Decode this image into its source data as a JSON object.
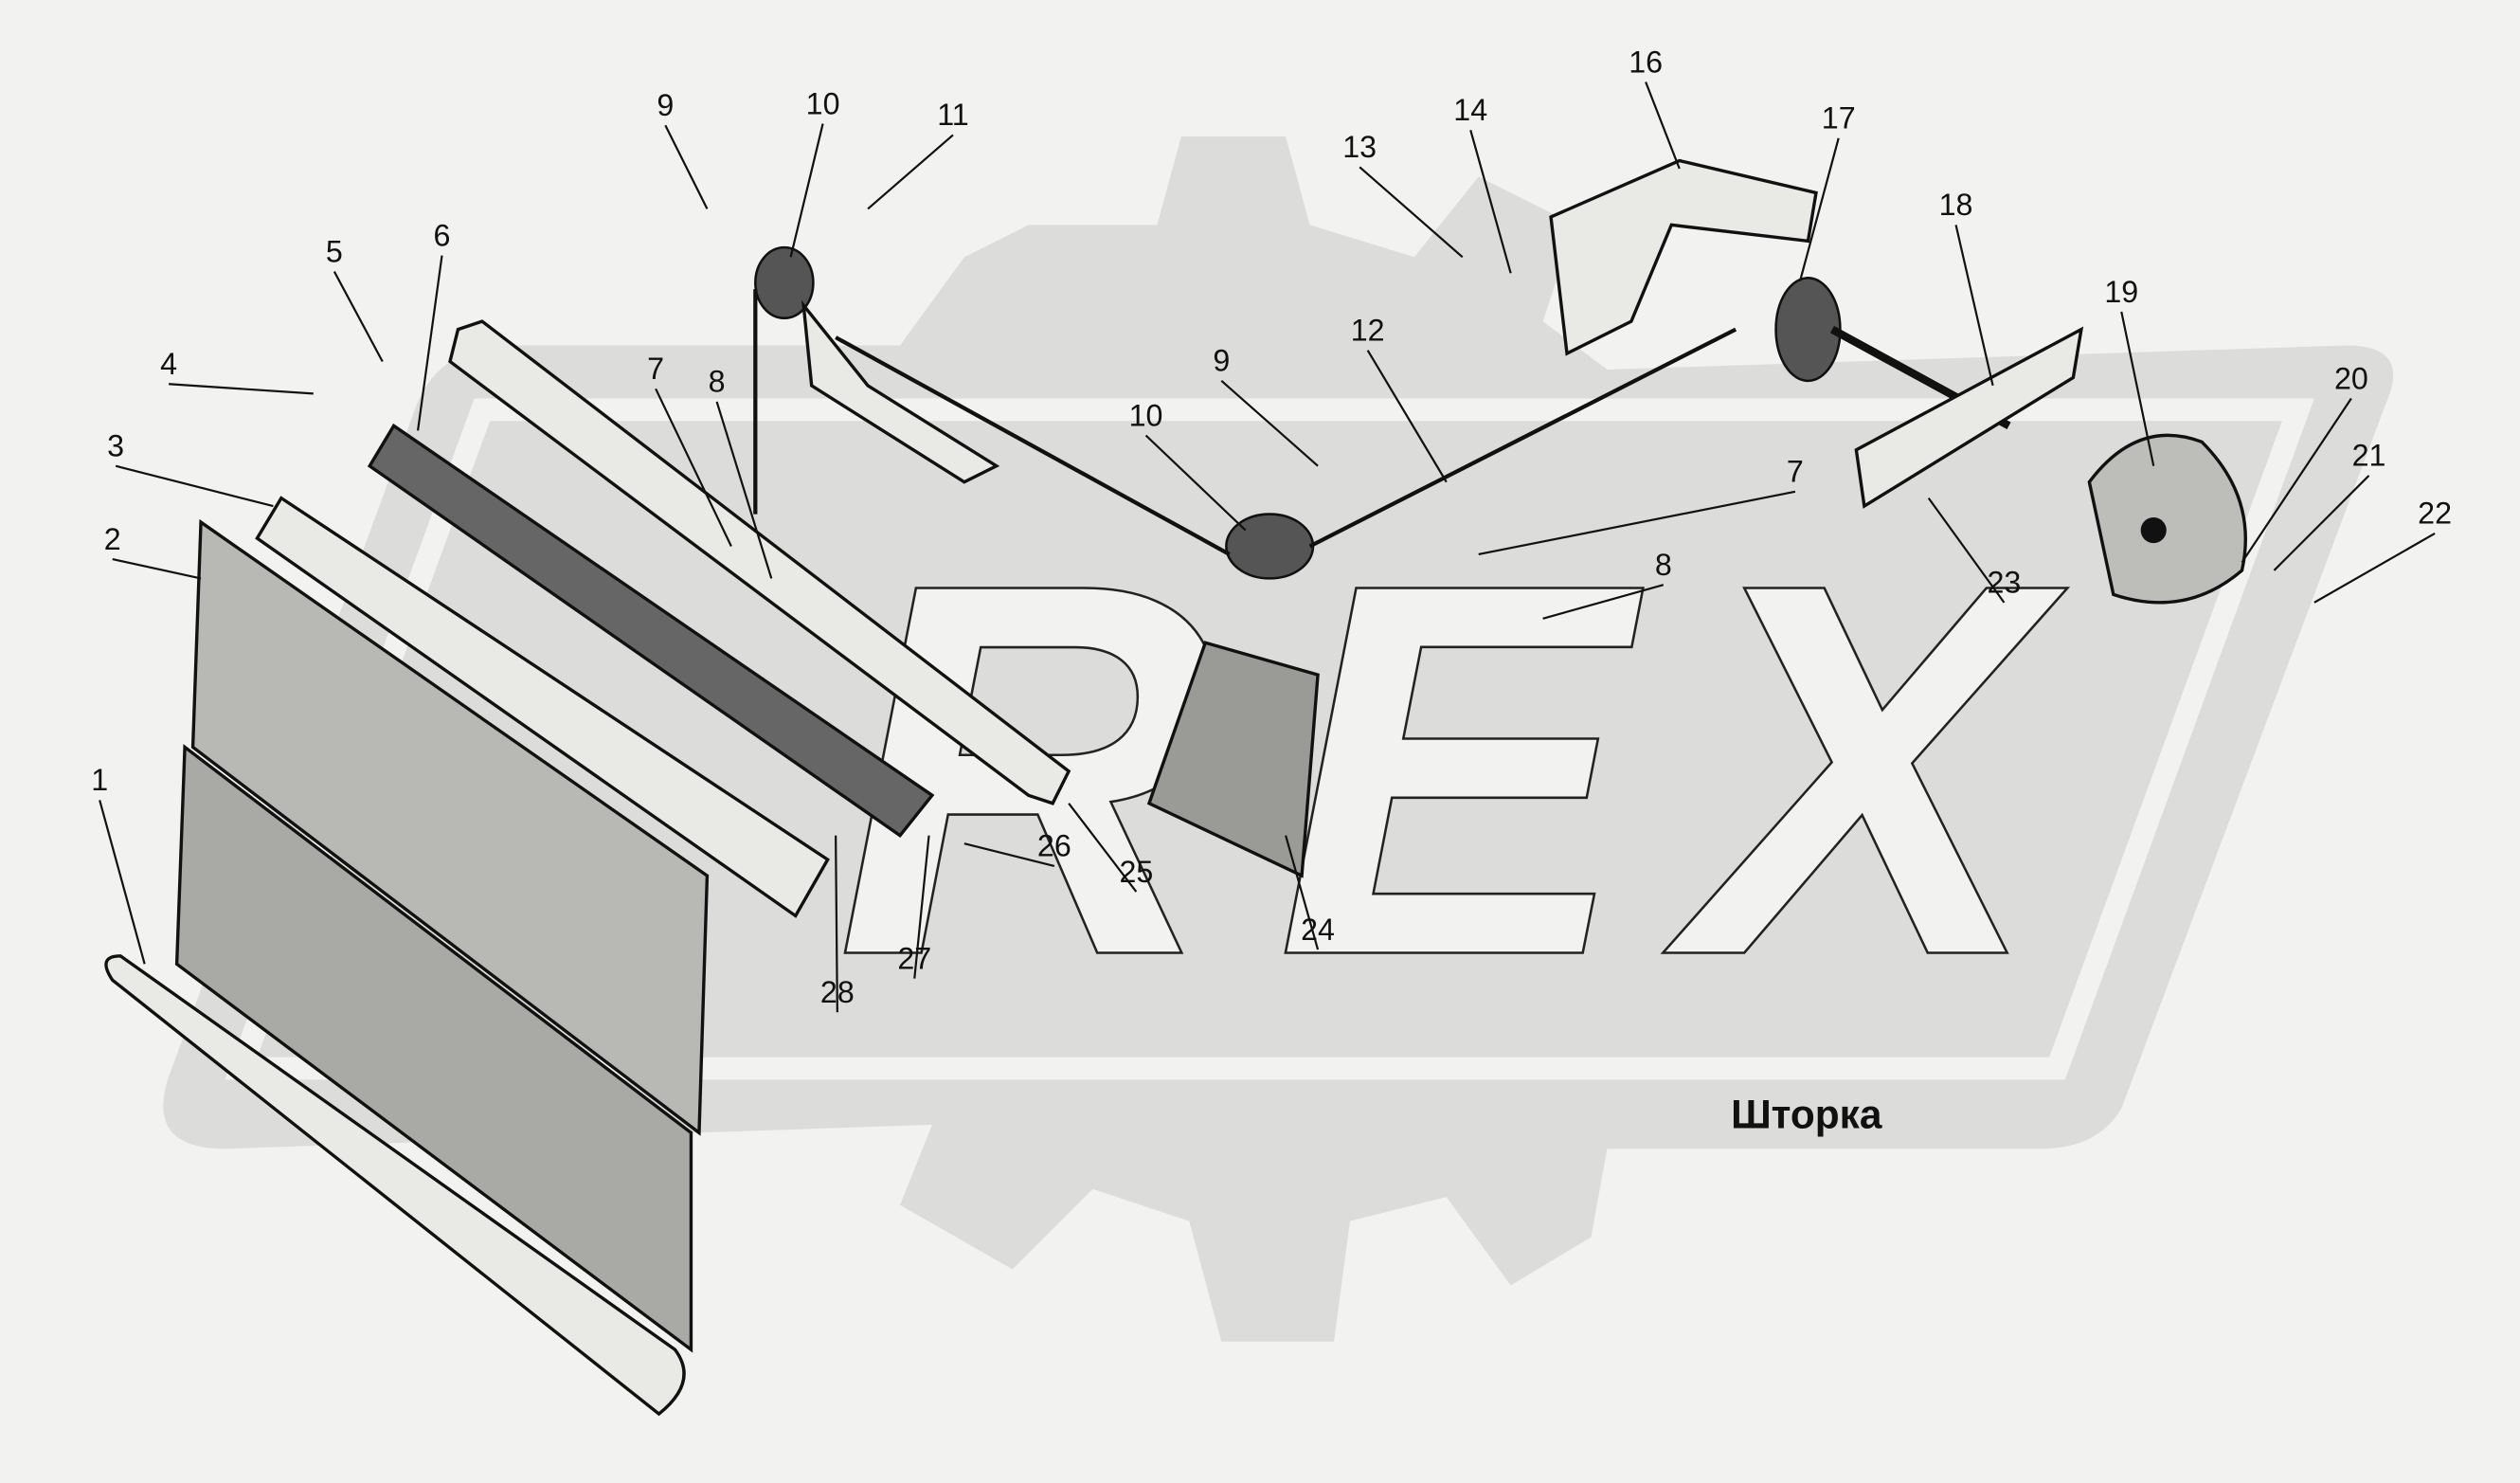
{
  "title": "Шторка",
  "watermark": "REX",
  "callouts": [
    "1",
    "2",
    "3",
    "4",
    "5",
    "6",
    "7",
    "8",
    "9",
    "10",
    "11",
    "9",
    "10",
    "12",
    "13",
    "14",
    "16",
    "17",
    "18",
    "19",
    "20",
    "21",
    "22",
    "23",
    "7",
    "8",
    "24",
    "25",
    "26",
    "27",
    "28"
  ]
}
